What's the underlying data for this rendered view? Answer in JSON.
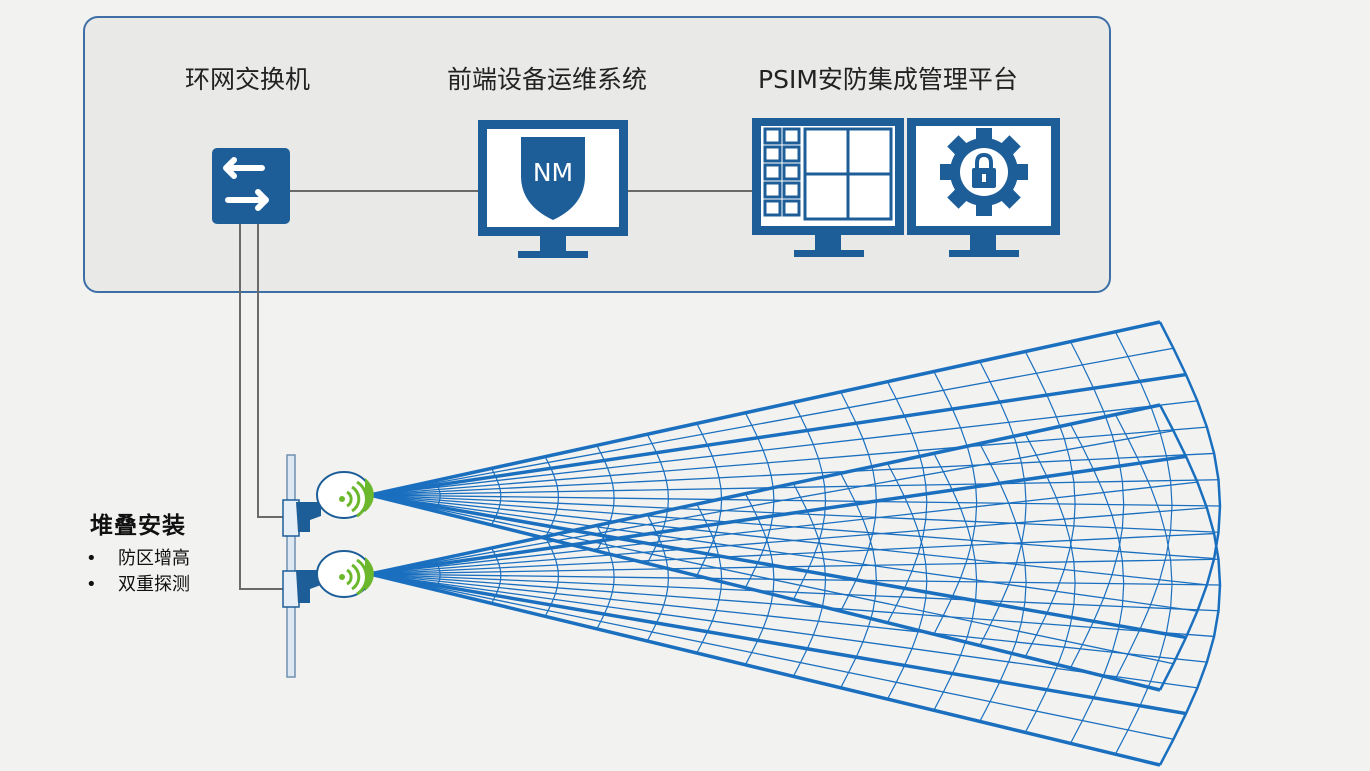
{
  "panel": {
    "switch_label": "环网交换机",
    "nms_label": "前端设备运维系统",
    "psim_label": "PSIM安防集成管理平台",
    "nm_badge": "NM"
  },
  "install": {
    "title": "堆叠安装",
    "bullet": "•",
    "points": [
      "防区增高",
      "双重探测"
    ]
  },
  "colors": {
    "panel_border": "#3d6fa6",
    "panel_fill": "#e9e9e8",
    "monitor_blue": "#1d5e99",
    "radar_blue": "#1a6fbf",
    "radar_green": "#6cb82c",
    "cable_grey": "#6a6a6a"
  },
  "icons": {
    "switch": "switch-arrows-icon",
    "nms": "shield-monitor-icon",
    "psim_grid": "video-grid-monitor-icon",
    "psim_lock": "gear-lock-monitor-icon",
    "radar": "radar-sensor-icon"
  }
}
